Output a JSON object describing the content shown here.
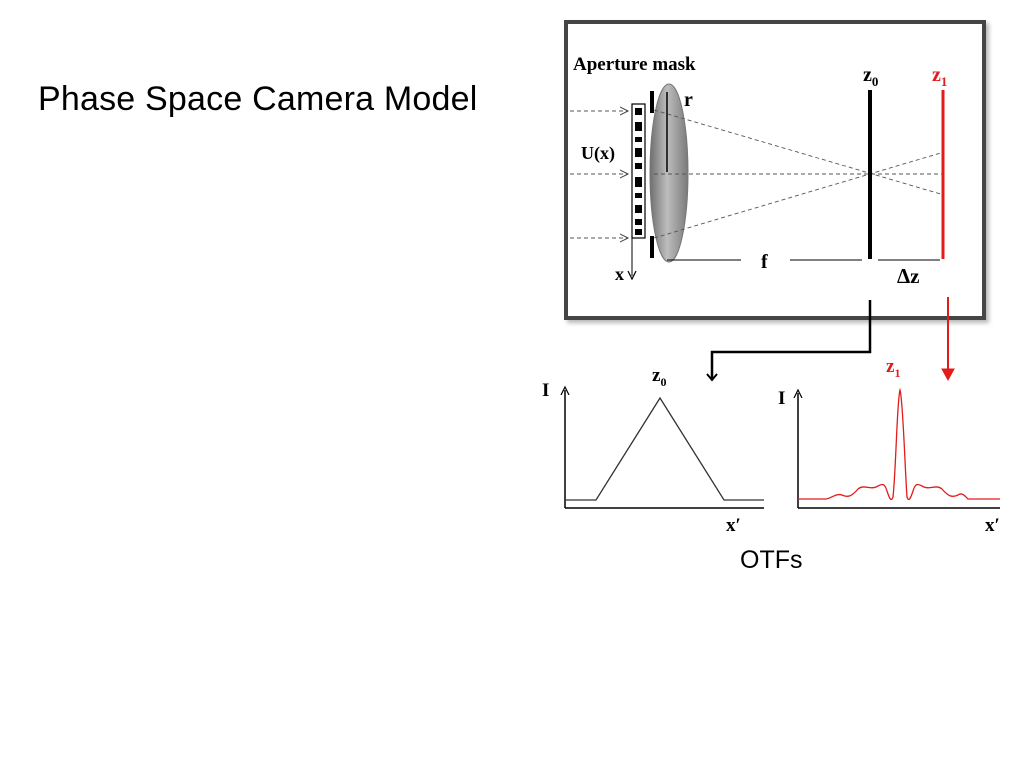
{
  "slide": {
    "title": "Phase Space Camera Model",
    "caption": "OTFs"
  },
  "diagram": {
    "aperture_label": "Aperture mask",
    "field_label": "U(x)",
    "x_axis_label": "x",
    "radius_label": "r",
    "focal_label": "f",
    "delta_label": "Δz",
    "plane0_label": "z",
    "plane0_sub": "0",
    "plane1_label": "z",
    "plane1_sub": "1"
  },
  "plots": {
    "left": {
      "title": "z",
      "title_sub": "0",
      "ylabel": "I",
      "xlabel": "x′"
    },
    "right": {
      "title": "z",
      "title_sub": "1",
      "ylabel": "I",
      "xlabel": "x′"
    }
  },
  "colors": {
    "highlight": "#e31b1b",
    "frame": "#444444",
    "lens": "#8c8c8c"
  }
}
